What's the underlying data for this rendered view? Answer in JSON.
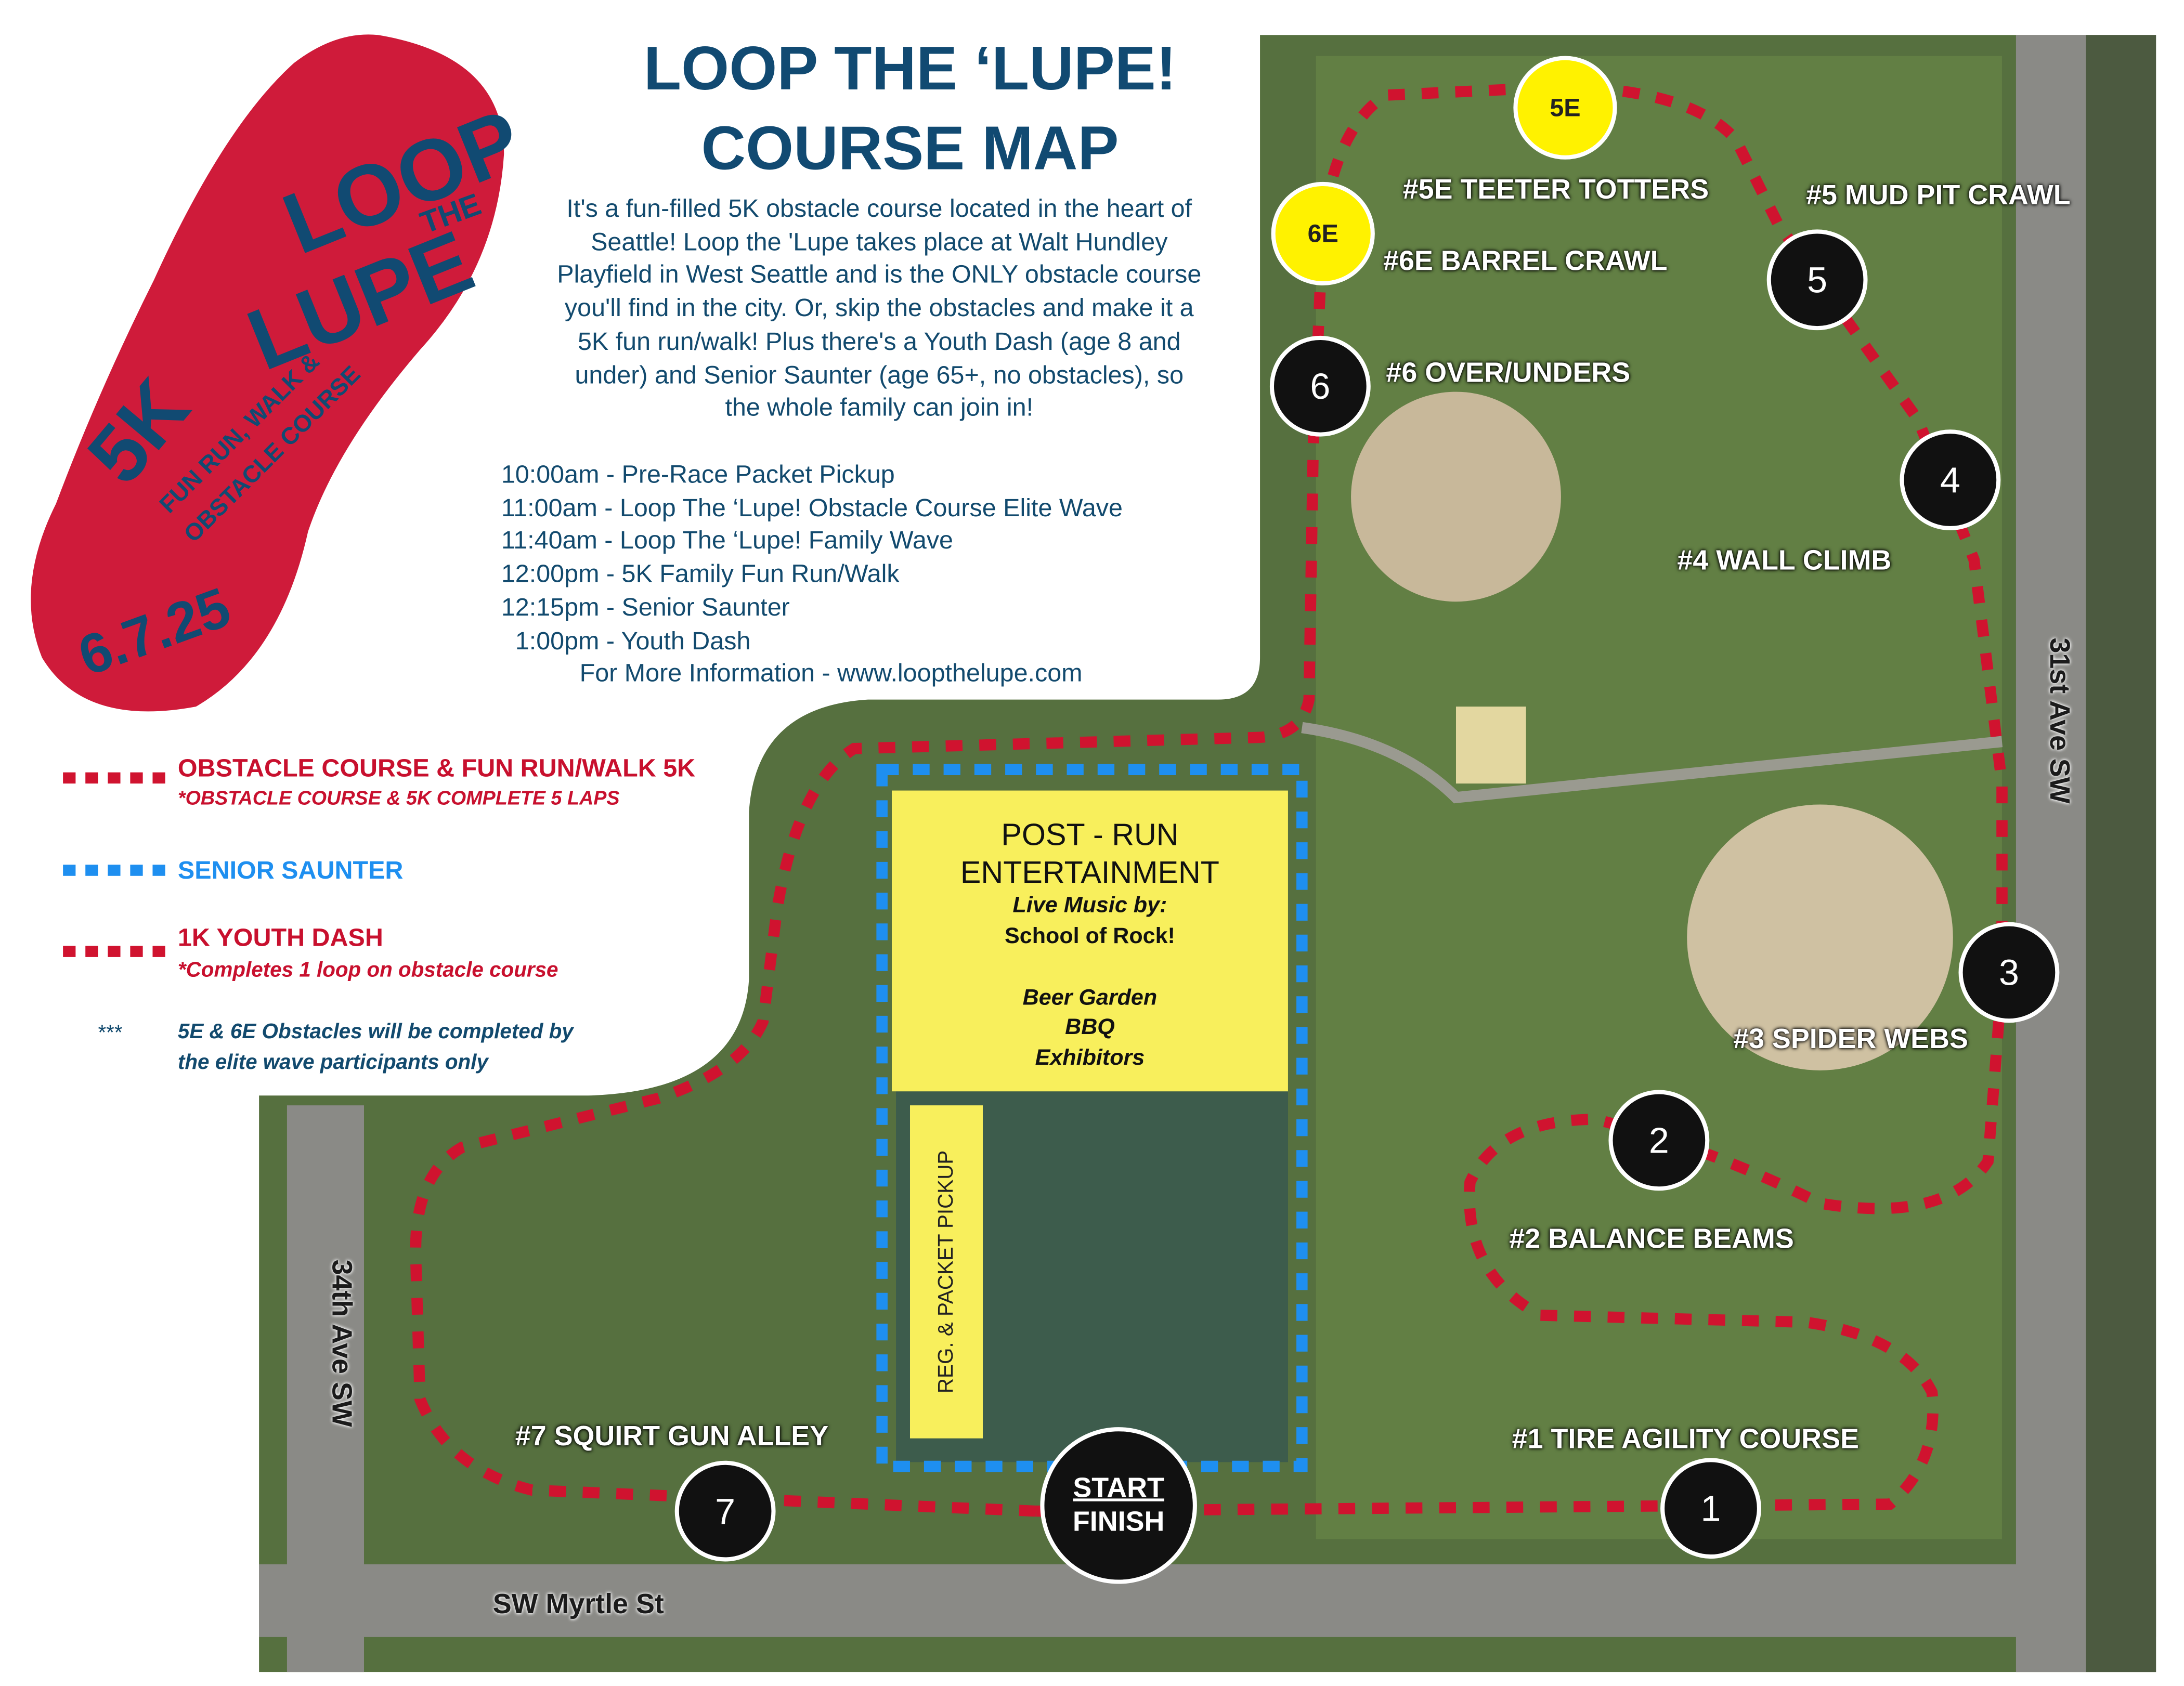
{
  "title": {
    "line1": "LOOP THE ‘LUPE!",
    "line2": "COURSE MAP"
  },
  "intro": [
    "It's a fun-filled 5K obstacle course located in the heart of",
    "Seattle! Loop the 'Lupe takes place at Walt Hundley",
    "Playfield in West Seattle and is the ONLY obstacle course",
    "you'll find in the city. Or, skip the obstacles and make it a",
    "5K fun run/walk! Plus there's a Youth Dash (age 8 and",
    "under) and Senior Saunter (age 65+, no obstacles), so",
    "the whole family can join in!"
  ],
  "schedule": [
    "10:00am - Pre-Race Packet Pickup",
    "11:00am - Loop The ‘Lupe! Obstacle Course Elite Wave",
    "11:40am - Loop The ‘Lupe! Family Wave",
    "12:00pm - 5K Family Fun Run/Walk",
    "12:15pm - Senior Saunter",
    "  1:00pm - Youth Dash"
  ],
  "more_info": "For More Information - www.loopthelupe.com",
  "logo": {
    "loop": "LOOP",
    "the": "THE",
    "lupe": "LUPE",
    "fivek": "5K",
    "sub1": "FUN RUN, WALK &",
    "sub2": "OBSTACLE COURSE",
    "date": "6.7.25"
  },
  "legend": {
    "obstacle": {
      "label": "OBSTACLE COURSE & FUN RUN/WALK 5K",
      "note": "*OBSTACLE COURSE & 5K COMPLETE 5 LAPS",
      "color": "#d0132f"
    },
    "senior": {
      "label": "SENIOR SAUNTER",
      "color": "#1e8ff0"
    },
    "youth": {
      "label": "1K YOUTH DASH",
      "note": "*Completes 1 loop on obstacle course",
      "color": "#d0132f"
    },
    "elite": {
      "mark": "***",
      "note1": "5E & 6E Obstacles will be completed by",
      "note2": "the elite wave participants only"
    }
  },
  "post_run": {
    "l1": "POST - RUN",
    "l2": "ENTERTAINMENT",
    "l3": "Live Music by:",
    "l4": "School of Rock!",
    "l5": "Beer Garden",
    "l6": "BBQ",
    "l7": "Exhibitors"
  },
  "packet_pickup": "REG. & PACKET PICKUP",
  "markers": {
    "m1": "1",
    "m2": "2",
    "m3": "3",
    "m4": "4",
    "m5": "5",
    "m6": "6",
    "m7": "7",
    "m5e": "5E",
    "m6e": "6E",
    "start": "START",
    "finish": "FINISH"
  },
  "obstacles": {
    "o5e": "#5E TEETER TOTTERS",
    "o5": "#5 MUD PIT CRAWL",
    "o6e": "#6E BARREL CRAWL",
    "o6": "#6 OVER/UNDERS",
    "o4": "#4 WALL CLIMB",
    "o3": "#3 SPIDER WEBS",
    "o2": "#2 BALANCE BEAMS",
    "o1": "#1 TIRE AGILITY COURSE",
    "o7": "#7 SQUIRT GUN ALLEY"
  },
  "streets": {
    "myrtle": "SW Myrtle St",
    "ave34": "34th Ave SW",
    "ave31": "31st Ave SW"
  }
}
